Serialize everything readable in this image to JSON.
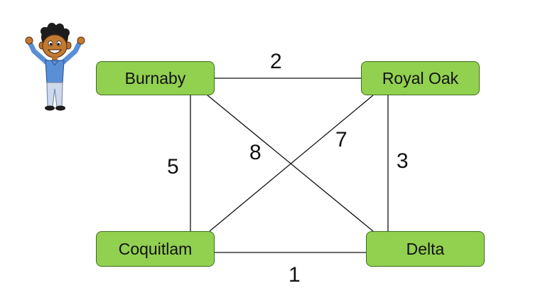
{
  "graph": {
    "nodes": [
      {
        "id": "burnaby",
        "label": "Burnaby"
      },
      {
        "id": "royal_oak",
        "label": "Royal Oak"
      },
      {
        "id": "coquitlam",
        "label": "Coquitlam"
      },
      {
        "id": "delta",
        "label": "Delta"
      }
    ],
    "edges": [
      {
        "from": "Burnaby",
        "to": "Royal Oak",
        "weight": "2"
      },
      {
        "from": "Burnaby",
        "to": "Coquitlam",
        "weight": "5"
      },
      {
        "from": "Burnaby",
        "to": "Delta",
        "weight": "8"
      },
      {
        "from": "Royal Oak",
        "to": "Coquitlam",
        "weight": "7"
      },
      {
        "from": "Royal Oak",
        "to": "Delta",
        "weight": "3"
      },
      {
        "from": "Coquitlam",
        "to": "Delta",
        "weight": "1"
      }
    ]
  },
  "colors": {
    "node_fill": "#92d050",
    "node_border": "#3f6f22",
    "edge": "#111111"
  },
  "icons": {
    "character": "cheering-person-icon"
  }
}
